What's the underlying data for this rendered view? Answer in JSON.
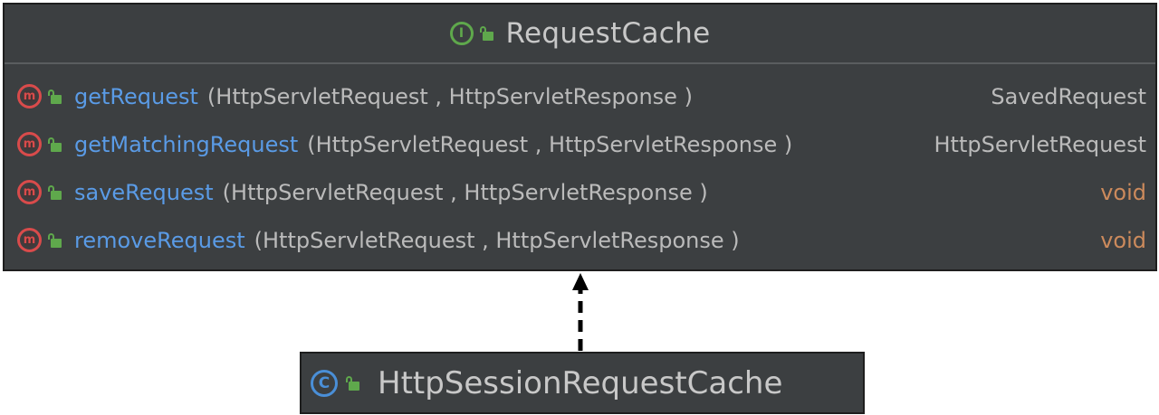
{
  "interface": {
    "name": "RequestCache",
    "icon": "interface-icon",
    "icon_glyph": "I",
    "visibility_icon": "public-lock-icon",
    "methods": [
      {
        "name": "getRequest",
        "params": "(HttpServletRequest , HttpServletResponse )",
        "return_type": "SavedRequest",
        "icon_glyph": "m"
      },
      {
        "name": "getMatchingRequest",
        "params": "(HttpServletRequest , HttpServletResponse )",
        "return_type": "HttpServletRequest",
        "icon_glyph": "m"
      },
      {
        "name": "saveRequest",
        "params": "(HttpServletRequest , HttpServletResponse )",
        "return_type": "void",
        "icon_glyph": "m"
      },
      {
        "name": "removeRequest",
        "params": "(HttpServletRequest , HttpServletResponse )",
        "return_type": "void",
        "icon_glyph": "m"
      }
    ]
  },
  "class": {
    "name": "HttpSessionRequestCache",
    "icon": "class-icon",
    "icon_glyph": "C",
    "visibility_icon": "public-lock-icon"
  },
  "relationship": {
    "type": "implements",
    "style": "dashed-arrow"
  },
  "colors": {
    "box_background": "#3c3f41",
    "method_name": "#5a9be6",
    "void_type": "#cc8a5c",
    "interface_icon": "#5fa84c",
    "class_icon": "#4a8fd8",
    "method_icon": "#d94b4b"
  }
}
